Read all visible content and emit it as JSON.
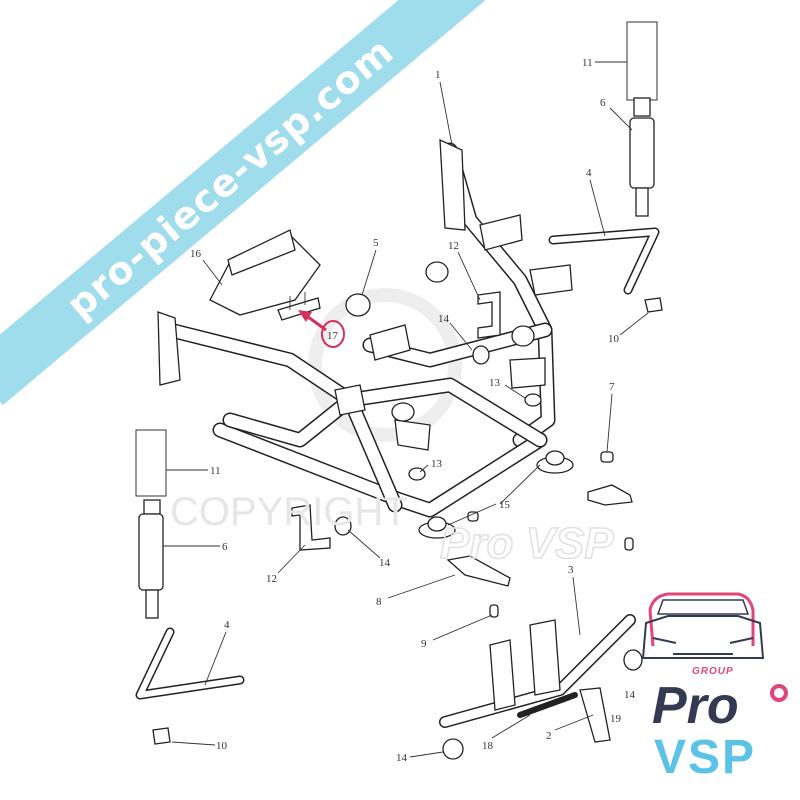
{
  "banner": {
    "text": "pro-piece-vsp.com",
    "color": "#9fdcec"
  },
  "watermark": {
    "text": "COPYRIGHT",
    "brand": "Pro VSP",
    "color": "#e4e4e4"
  },
  "logo": {
    "group": "GROUP",
    "pro": "Pro",
    "vsp": "VSP",
    "pink": "#e0457b",
    "navy": "#343a52",
    "blue": "#5bc3e6"
  },
  "highlight": {
    "part": "17",
    "color": "#d6305f"
  },
  "callouts": [
    "1",
    "11",
    "6",
    "4",
    "12",
    "5",
    "16",
    "17",
    "14",
    "13",
    "10",
    "7",
    "11",
    "13",
    "15",
    "6",
    "14",
    "12",
    "8",
    "3",
    "9",
    "4",
    "2",
    "18",
    "10",
    "14",
    "14",
    "19"
  ]
}
